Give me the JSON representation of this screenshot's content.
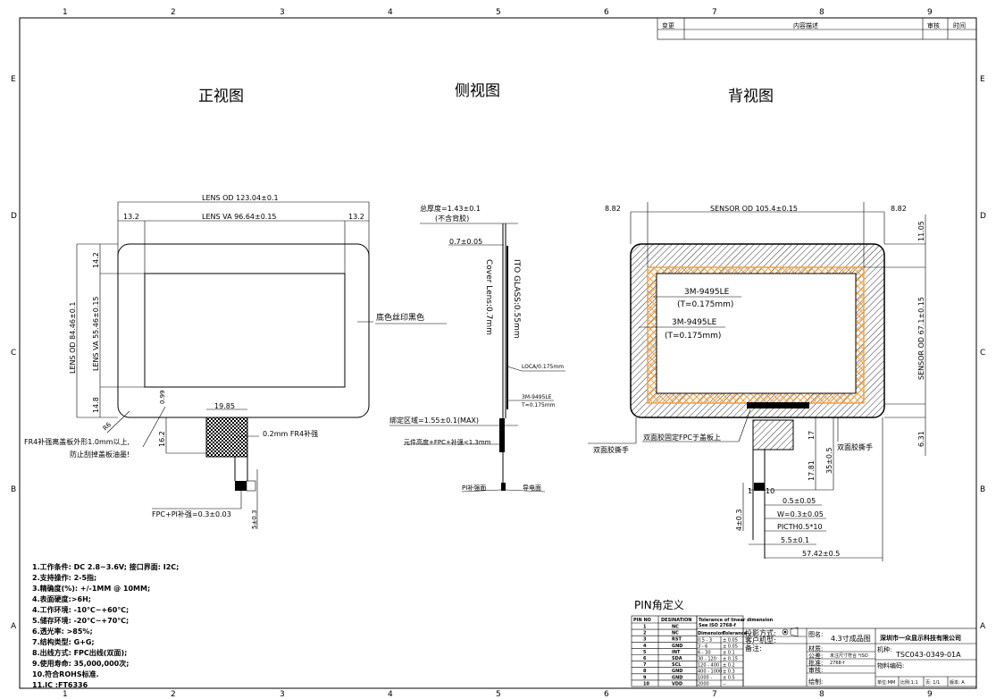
{
  "grid": {
    "columns": [
      "1",
      "2",
      "3",
      "4",
      "5",
      "6",
      "7",
      "8",
      "9"
    ],
    "rows": [
      "E",
      "D",
      "C",
      "B",
      "A"
    ]
  },
  "revision_table": {
    "change": "变更",
    "description": "内容描述",
    "review": "审核",
    "time": "时间"
  },
  "views": {
    "front": "正视图",
    "side": "侧视图",
    "back": "背视图"
  },
  "front": {
    "lens_od_w": "LENS OD 123.04±0.1",
    "lens_va_w": "LENS VA 96.64±0.15",
    "margin_left": "13.2",
    "margin_right": "13.2",
    "lens_od_h": "LENS OD 84.46±0.1",
    "lens_va_h": "LENS VA 55.46±0.15",
    "top_margin": "14.2",
    "bottom_margin": "14.8",
    "offset": "0.99",
    "radius": "R6",
    "fr4_width": "19.85",
    "fr4_height": "16.2",
    "fr4_label": "0.2mm FR4补强",
    "print_note": "底色丝印黑色",
    "fr4_warning_1": "FR4补强离盖板外形1.0mm以上,",
    "fr4_warning_2": "防止刮掉盖板油墨!",
    "fpc_pi": "FPC+PI补强=0.3±0.03",
    "tail_len": "5±0.3"
  },
  "side": {
    "total_thickness": "总厚度=1.43±0.1",
    "no_back_glue": "(不含背胶)",
    "cover_thk": "0.7±0.05",
    "cover_lens": "Cover Lens:0.7mm",
    "ito_glass": "ITO GLASS:0.55mm",
    "loca": "LOCA/0.175mm",
    "tape": "3M-9495LE",
    "tape_t": "T=0.175mm",
    "bond_area": "绑定区域=1.55±0.1(MAX)",
    "component_height": "元件高度+FPC+补强<1.3mm",
    "pi_side": "PI补强面",
    "conductive_side": "导电面"
  },
  "back": {
    "sensor_od_w": "SENSOR OD 105.4±0.15",
    "margin_left": "8.82",
    "margin_right": "8.82",
    "top": "11.05",
    "sensor_od_h": "SENSOR OD 67.1±0.15",
    "bottom": "6.31",
    "tape1": "3M-9495LE",
    "tape1_t": "(T=0.175mm)",
    "tape2": "3M-9495LE",
    "tape2_t": "(T=0.175mm)",
    "tab_left": "双面胶撕手",
    "tab_right": "双面胶撕手",
    "fpc_fix": "双面胶固定FPC于盖板上",
    "d17": "17",
    "d1781": "17.81",
    "d35": "35±0.5",
    "pin1": "1",
    "pin10": "10",
    "d05": "0.5±0.05",
    "w03": "W=0.3±0.05",
    "pitch": "PICTH0.5*10",
    "d55": "5.5±0.1",
    "d5742": "57.42±0.5",
    "d4": "4±0.3"
  },
  "notes": [
    "1.工作条件: DC 2.8~3.6V; 接口界面: I2C;",
    "2.支持操作: 2-5指;",
    "3.精确度(%): +/-1MM @ 10MM;",
    "4.表面硬度:>6H;",
    "4.工作环境: -10℃~+60℃;",
    "5.储存环境: -20℃~+70℃;",
    "6.透光率: >85%;",
    "7.结构类型: G+G;",
    "8.出线方式: FPC出线(双面);",
    "9.使用寿命: 35,000,000次;",
    "10.符合ROHS标准.",
    "11.IC :FT6336"
  ],
  "pin_title": "PIN角定义",
  "pin_table": {
    "headers": [
      "PIN NO",
      "DESINATION"
    ],
    "rows": [
      [
        "1",
        "NC"
      ],
      [
        "2",
        "NC"
      ],
      [
        "3",
        "RST"
      ],
      [
        "4",
        "GND"
      ],
      [
        "5",
        "INT"
      ],
      [
        "6",
        "SDA"
      ],
      [
        "7",
        "SCL"
      ],
      [
        "8",
        "GND"
      ],
      [
        "9",
        "GND"
      ],
      [
        "10",
        "VDD"
      ]
    ]
  },
  "tolerance_table": {
    "title": "Tolerance of linear dimension",
    "standard": "See ISO 2768-f",
    "headers": [
      "Dimension",
      "Tolerance"
    ],
    "rows": [
      [
        "0.5 - 3",
        "± 0.05"
      ],
      [
        "3 - 6",
        "± 0.05"
      ],
      [
        "6 - 30",
        "± 0.1"
      ],
      [
        "30 - 120",
        "± 0.15"
      ],
      [
        "120 - 400",
        "± 0.2"
      ],
      [
        "400 - 1000",
        "± 0.3"
      ],
      [
        "1000 -",
        "± 0.5"
      ],
      [
        "2000",
        "--"
      ]
    ]
  },
  "title_block": {
    "projection": "投影方式:",
    "customer_model": "客户机型:",
    "remark": "备注:",
    "drawing_name_label": "图名:",
    "drawing_name": "4.3寸成品图",
    "company": "深圳市一众显示科技有限公司",
    "material_label": "材质:",
    "tolerance_label": "公差:",
    "tolerance_value": "未注尺寸符合 *ISO",
    "approve_label": "批准:",
    "approve_value": "2768-f",
    "check_label": "审核:",
    "draw_label": "绘制:",
    "model_label": "机种:",
    "model": "TSC043-0349-01A",
    "material_code_label": "物料编码:",
    "unit": "单位:MM",
    "scale": "比例:1:1",
    "page": "页: 1/1",
    "version": "版本: A"
  }
}
